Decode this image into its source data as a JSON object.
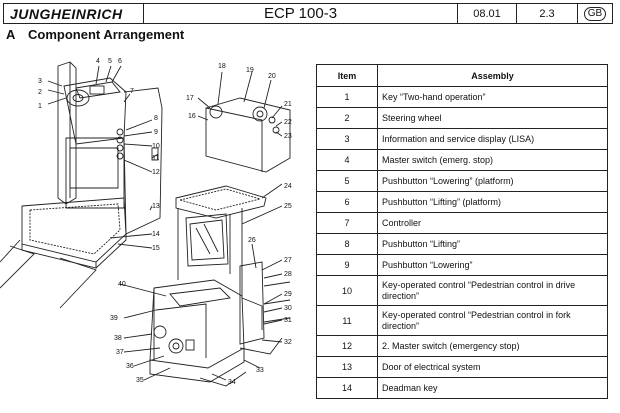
{
  "header": {
    "brand": "JUNGHEINRICH",
    "model": "ECP 100-3",
    "date": "08.01",
    "page": "2.3",
    "lang": "GB"
  },
  "section": {
    "letter": "A",
    "title": "Component Arrangement"
  },
  "table": {
    "col_item": "Item",
    "col_assembly": "Assembly",
    "rows": [
      {
        "item": "1",
        "assembly": "Key “Two-hand operation”"
      },
      {
        "item": "2",
        "assembly": "Steering wheel"
      },
      {
        "item": "3",
        "assembly": "Information and service display (LISA)"
      },
      {
        "item": "4",
        "assembly": "Master switch (emerg. stop)"
      },
      {
        "item": "5",
        "assembly": "Pushbutton “Lowering” (platform)"
      },
      {
        "item": "6",
        "assembly": "Pushbutton “Lifting” (platform)"
      },
      {
        "item": "7",
        "assembly": "Controller"
      },
      {
        "item": "8",
        "assembly": "Pushbutton “Lifting”"
      },
      {
        "item": "9",
        "assembly": "Pushbutton “Lowering”"
      },
      {
        "item": "10",
        "assembly": "Key-operated control “Pedestrian control in drive direction”"
      },
      {
        "item": "11",
        "assembly": "Key-operated control “Pedestrian control in fork direction”"
      },
      {
        "item": "12",
        "assembly": "2. Master switch (emergency stop)"
      },
      {
        "item": "13",
        "assembly": "Door of electrical system"
      },
      {
        "item": "14",
        "assembly": "Deadman key"
      }
    ]
  },
  "callouts": [
    "1",
    "2",
    "3",
    "4",
    "5",
    "6",
    "7",
    "8",
    "9",
    "10",
    "11",
    "12",
    "13",
    "14",
    "15",
    "16",
    "17",
    "18",
    "19",
    "20",
    "21",
    "22",
    "23",
    "24",
    "25",
    "26",
    "27",
    "28",
    "29",
    "30",
    "31",
    "32",
    "33",
    "34",
    "35",
    "36",
    "37",
    "38",
    "39",
    "40"
  ]
}
